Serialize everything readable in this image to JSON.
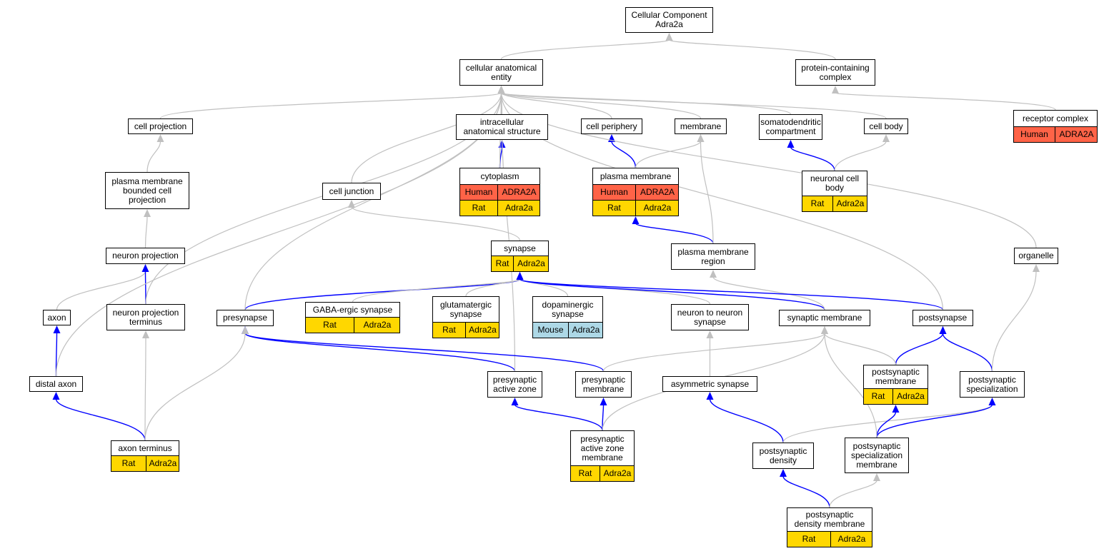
{
  "colors": {
    "rat": "#ffd700",
    "human": "#ff6347",
    "mouse": "#add8e6",
    "is_a_edge": "#c0c0c0",
    "part_of_edge": "#0000ff"
  },
  "nodes": {
    "cellular_component": "Cellular Component\nAdra2a",
    "cellular_anatomical_entity": "cellular anatomical\nentity",
    "protein_containing_complex": "protein-containing\ncomplex",
    "cell_projection": "cell projection",
    "intracellular_anatomical_structure": "intracellular\nanatomical structure",
    "cell_periphery": "cell periphery",
    "membrane": "membrane",
    "somatodendritic_compartment": "somatodendritic\ncompartment",
    "cell_body": "cell body",
    "receptor_complex": "receptor complex",
    "cytoplasm": "cytoplasm",
    "plasma_membrane": "plasma membrane",
    "plasma_membrane_bounded_cell_projection": "plasma membrane\nbounded cell\nprojection",
    "cell_junction": "cell junction",
    "neuronal_cell_body": "neuronal cell\nbody",
    "synapse": "synapse",
    "plasma_membrane_region": "plasma membrane\nregion",
    "neuron_projection": "neuron projection",
    "organelle": "organelle",
    "axon": "axon",
    "neuron_projection_terminus": "neuron projection\nterminus",
    "presynapse": "presynapse",
    "gaba_ergic_synapse": "GABA-ergic synapse",
    "glutamatergic_synapse": "glutamatergic\nsynapse",
    "dopaminergic_synapse": "dopaminergic\nsynapse",
    "neuron_to_neuron_synapse": "neuron to neuron\nsynapse",
    "synaptic_membrane": "synaptic membrane",
    "postsynapse": "postsynapse",
    "distal_axon": "distal axon",
    "presynaptic_active_zone": "presynaptic\nactive zone",
    "presynaptic_membrane": "presynaptic\nmembrane",
    "asymmetric_synapse": "asymmetric synapse",
    "postsynaptic_membrane": "postsynaptic\nmembrane",
    "postsynaptic_specialization": "postsynaptic\nspecialization",
    "axon_terminus": "axon terminus",
    "presynaptic_active_zone_membrane": "presynaptic\nactive zone\nmembrane",
    "postsynaptic_density": "postsynaptic\ndensity",
    "postsynaptic_specialization_membrane": "postsynaptic\nspecialization\nmembrane",
    "postsynaptic_density_membrane": "postsynaptic\ndensity membrane"
  },
  "annotations": {
    "receptor_complex": [
      [
        "Human",
        "ADRA2A"
      ]
    ],
    "cytoplasm": [
      [
        "Human",
        "ADRA2A"
      ],
      [
        "Rat",
        "Adra2a"
      ]
    ],
    "plasma_membrane": [
      [
        "Human",
        "ADRA2A"
      ],
      [
        "Rat",
        "Adra2a"
      ]
    ],
    "neuronal_cell_body": [
      [
        "Rat",
        "Adra2a"
      ]
    ],
    "synapse": [
      [
        "Rat",
        "Adra2a"
      ]
    ],
    "gaba_ergic_synapse": [
      [
        "Rat",
        "Adra2a"
      ]
    ],
    "glutamatergic_synapse": [
      [
        "Rat",
        "Adra2a"
      ]
    ],
    "dopaminergic_synapse": [
      [
        "Mouse",
        "Adra2a"
      ]
    ],
    "postsynaptic_membrane": [
      [
        "Rat",
        "Adra2a"
      ]
    ],
    "axon_terminus": [
      [
        "Rat",
        "Adra2a"
      ]
    ],
    "presynaptic_active_zone_membrane": [
      [
        "Rat",
        "Adra2a"
      ]
    ],
    "postsynaptic_density_membrane": [
      [
        "Rat",
        "Adra2a"
      ]
    ]
  },
  "edges": [
    [
      "cellular_anatomical_entity",
      "cellular_component",
      "is_a"
    ],
    [
      "protein_containing_complex",
      "cellular_component",
      "is_a"
    ],
    [
      "cell_projection",
      "cellular_anatomical_entity",
      "is_a"
    ],
    [
      "intracellular_anatomical_structure",
      "cellular_anatomical_entity",
      "is_a"
    ],
    [
      "cell_periphery",
      "cellular_anatomical_entity",
      "is_a"
    ],
    [
      "membrane",
      "cellular_anatomical_entity",
      "is_a"
    ],
    [
      "somatodendritic_compartment",
      "cellular_anatomical_entity",
      "is_a"
    ],
    [
      "cell_body",
      "cellular_anatomical_entity",
      "is_a"
    ],
    [
      "receptor_complex",
      "protein_containing_complex",
      "is_a"
    ],
    [
      "cytoplasm",
      "intracellular_anatomical_structure",
      "part_of"
    ],
    [
      "cytoplasm",
      "cellular_anatomical_entity",
      "is_a"
    ],
    [
      "plasma_membrane",
      "cell_periphery",
      "part_of"
    ],
    [
      "plasma_membrane",
      "membrane",
      "is_a"
    ],
    [
      "plasma_membrane_bounded_cell_projection",
      "cell_projection",
      "is_a"
    ],
    [
      "cell_junction",
      "cellular_anatomical_entity",
      "is_a"
    ],
    [
      "neuronal_cell_body",
      "somatodendritic_compartment",
      "part_of"
    ],
    [
      "neuronal_cell_body",
      "cell_body",
      "is_a"
    ],
    [
      "synapse",
      "cell_junction",
      "is_a"
    ],
    [
      "plasma_membrane_region",
      "plasma_membrane",
      "part_of"
    ],
    [
      "plasma_membrane_region",
      "membrane",
      "is_a"
    ],
    [
      "neuron_projection",
      "plasma_membrane_bounded_cell_projection",
      "is_a"
    ],
    [
      "organelle",
      "cellular_anatomical_entity",
      "is_a"
    ],
    [
      "axon",
      "neuron_projection",
      "is_a"
    ],
    [
      "neuron_projection_terminus",
      "neuron_projection",
      "part_of"
    ],
    [
      "neuron_projection_terminus",
      "cellular_anatomical_entity",
      "is_a"
    ],
    [
      "presynapse",
      "synapse",
      "part_of"
    ],
    [
      "presynapse",
      "cellular_anatomical_entity",
      "is_a"
    ],
    [
      "gaba_ergic_synapse",
      "synapse",
      "is_a"
    ],
    [
      "glutamatergic_synapse",
      "synapse",
      "is_a"
    ],
    [
      "dopaminergic_synapse",
      "synapse",
      "is_a"
    ],
    [
      "neuron_to_neuron_synapse",
      "synapse",
      "is_a"
    ],
    [
      "synaptic_membrane",
      "synapse",
      "part_of"
    ],
    [
      "synaptic_membrane",
      "plasma_membrane_region",
      "is_a"
    ],
    [
      "postsynapse",
      "synapse",
      "part_of"
    ],
    [
      "postsynapse",
      "cellular_anatomical_entity",
      "is_a"
    ],
    [
      "distal_axon",
      "axon",
      "part_of"
    ],
    [
      "distal_axon",
      "cellular_anatomical_entity",
      "is_a"
    ],
    [
      "presynaptic_active_zone",
      "presynapse",
      "part_of"
    ],
    [
      "presynaptic_active_zone",
      "cellular_anatomical_entity",
      "is_a"
    ],
    [
      "presynaptic_membrane",
      "presynapse",
      "part_of"
    ],
    [
      "presynaptic_membrane",
      "synaptic_membrane",
      "is_a"
    ],
    [
      "asymmetric_synapse",
      "neuron_to_neuron_synapse",
      "is_a"
    ],
    [
      "postsynaptic_membrane",
      "postsynapse",
      "part_of"
    ],
    [
      "postsynaptic_membrane",
      "synaptic_membrane",
      "is_a"
    ],
    [
      "postsynaptic_specialization",
      "postsynapse",
      "part_of"
    ],
    [
      "postsynaptic_specialization",
      "organelle",
      "is_a"
    ],
    [
      "axon_terminus",
      "distal_axon",
      "part_of"
    ],
    [
      "axon_terminus",
      "neuron_projection_terminus",
      "is_a"
    ],
    [
      "axon_terminus",
      "presynapse",
      "is_a"
    ],
    [
      "presynaptic_active_zone_membrane",
      "presynaptic_active_zone",
      "part_of"
    ],
    [
      "presynaptic_active_zone_membrane",
      "presynaptic_membrane",
      "part_of"
    ],
    [
      "presynaptic_active_zone_membrane",
      "synaptic_membrane",
      "is_a"
    ],
    [
      "postsynaptic_density",
      "asymmetric_synapse",
      "part_of"
    ],
    [
      "postsynaptic_density",
      "postsynaptic_specialization",
      "is_a"
    ],
    [
      "postsynaptic_specialization_membrane",
      "postsynaptic_specialization",
      "part_of"
    ],
    [
      "postsynaptic_specialization_membrane",
      "postsynaptic_membrane",
      "part_of"
    ],
    [
      "postsynaptic_specialization_membrane",
      "synaptic_membrane",
      "is_a"
    ],
    [
      "postsynaptic_density_membrane",
      "postsynaptic_density",
      "part_of"
    ],
    [
      "postsynaptic_density_membrane",
      "postsynaptic_specialization_membrane",
      "is_a"
    ]
  ]
}
